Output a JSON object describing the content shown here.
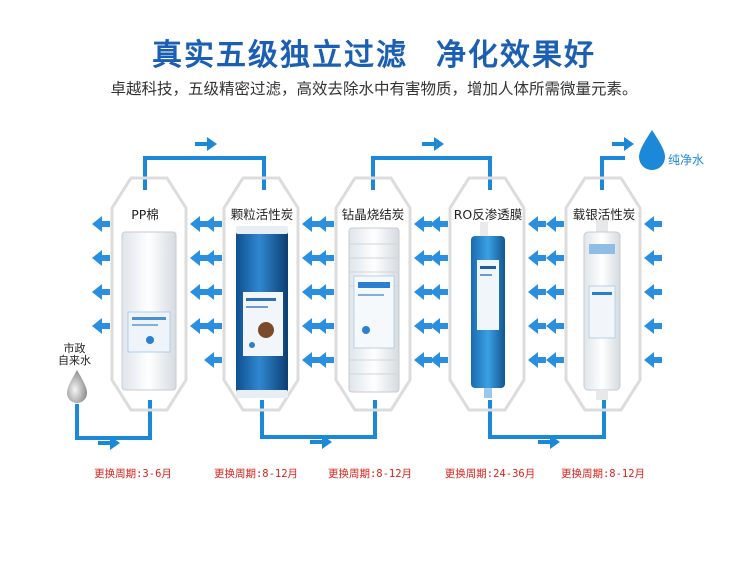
{
  "title": {
    "part1": "真实五级独立过滤",
    "part2": "净化效果好"
  },
  "subtitle": "卓越科技，五级精密过滤，高效去除水中有害物质，增加人体所需微量元素。",
  "input_label": {
    "line1": "市政",
    "line2": "自来水"
  },
  "output_label": "纯净水",
  "stages": [
    {
      "name": "PP棉",
      "period": "更换周期:3-6月"
    },
    {
      "name": "颗粒活性炭",
      "period": "更换周期:8-12月"
    },
    {
      "name": "钻晶烧结炭",
      "period": "更换周期:8-12月"
    },
    {
      "name": "RO反渗透膜",
      "period": "更换周期:24-36月"
    },
    {
      "name": "载银活性炭",
      "period": "更换周期:8-12月"
    }
  ],
  "colors": {
    "accent_blue": "#1c89d8",
    "title_blue": "#1a5fb4",
    "period_red": "#e0201a"
  }
}
